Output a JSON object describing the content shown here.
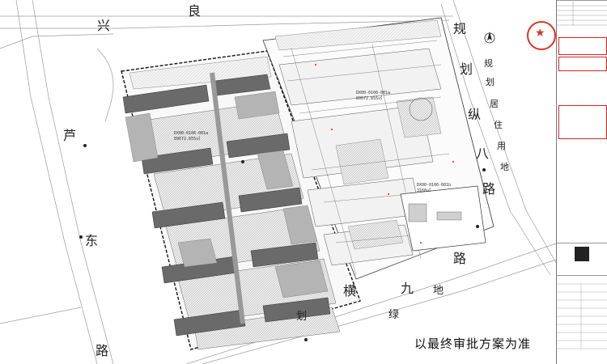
{
  "roads": {
    "top": [
      "兴",
      "良"
    ],
    "left": [
      "芦",
      "东",
      "路"
    ],
    "right_upper": [
      "规",
      "划"
    ],
    "right_col": [
      "规",
      "划",
      "居",
      "住",
      "用",
      "地"
    ],
    "right_main": [
      "纵",
      "八",
      "路"
    ],
    "bottom": [
      "横",
      "九",
      "路"
    ],
    "bottom2": [
      "划",
      "绿",
      "地"
    ]
  },
  "parcels": {
    "west": {
      "code": "DX00-0106-001a",
      "area": "89672.855㎡"
    },
    "east": {
      "code": "DX00-0106-001a",
      "area": "89672.855㎡"
    },
    "southeast": {
      "code": "DX00-0106-001b",
      "area": "3168㎡"
    }
  },
  "note": "以最终审批方案为准",
  "stamp": {
    "icon": "star-icon",
    "color": "#dd3322"
  },
  "colors": {
    "building": "#6a6a6a",
    "hatch": "#b8b8b8",
    "line": "#444444",
    "red": "#dd2222"
  }
}
